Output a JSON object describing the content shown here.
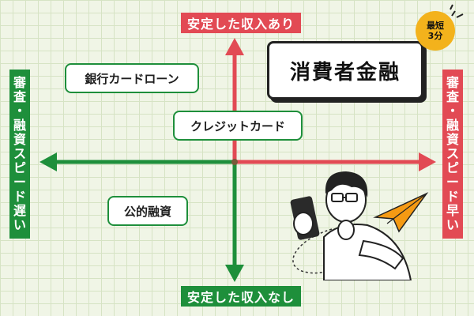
{
  "axes": {
    "top_label": "安定した収入あり",
    "bottom_label": "安定した収入なし",
    "left_label": [
      "審",
      "査",
      "・",
      "融",
      "資",
      "ス",
      "ピ",
      "ー",
      "ド",
      "遅",
      "い"
    ],
    "right_label": [
      "審",
      "査",
      "・",
      "融",
      "資",
      "ス",
      "ピ",
      "ー",
      "ド",
      "早",
      "い"
    ]
  },
  "title": "消費者金融",
  "badge": {
    "line1": "最短",
    "line2": "3分"
  },
  "items": {
    "bank_card_loan": "銀行カードローン",
    "credit_card": "クレジットカード",
    "public_loan": "公的融資"
  },
  "colors": {
    "red": "#e24a54",
    "green": "#1e8f3b",
    "badge": "#f3b21c",
    "plane": "#f59a13"
  }
}
